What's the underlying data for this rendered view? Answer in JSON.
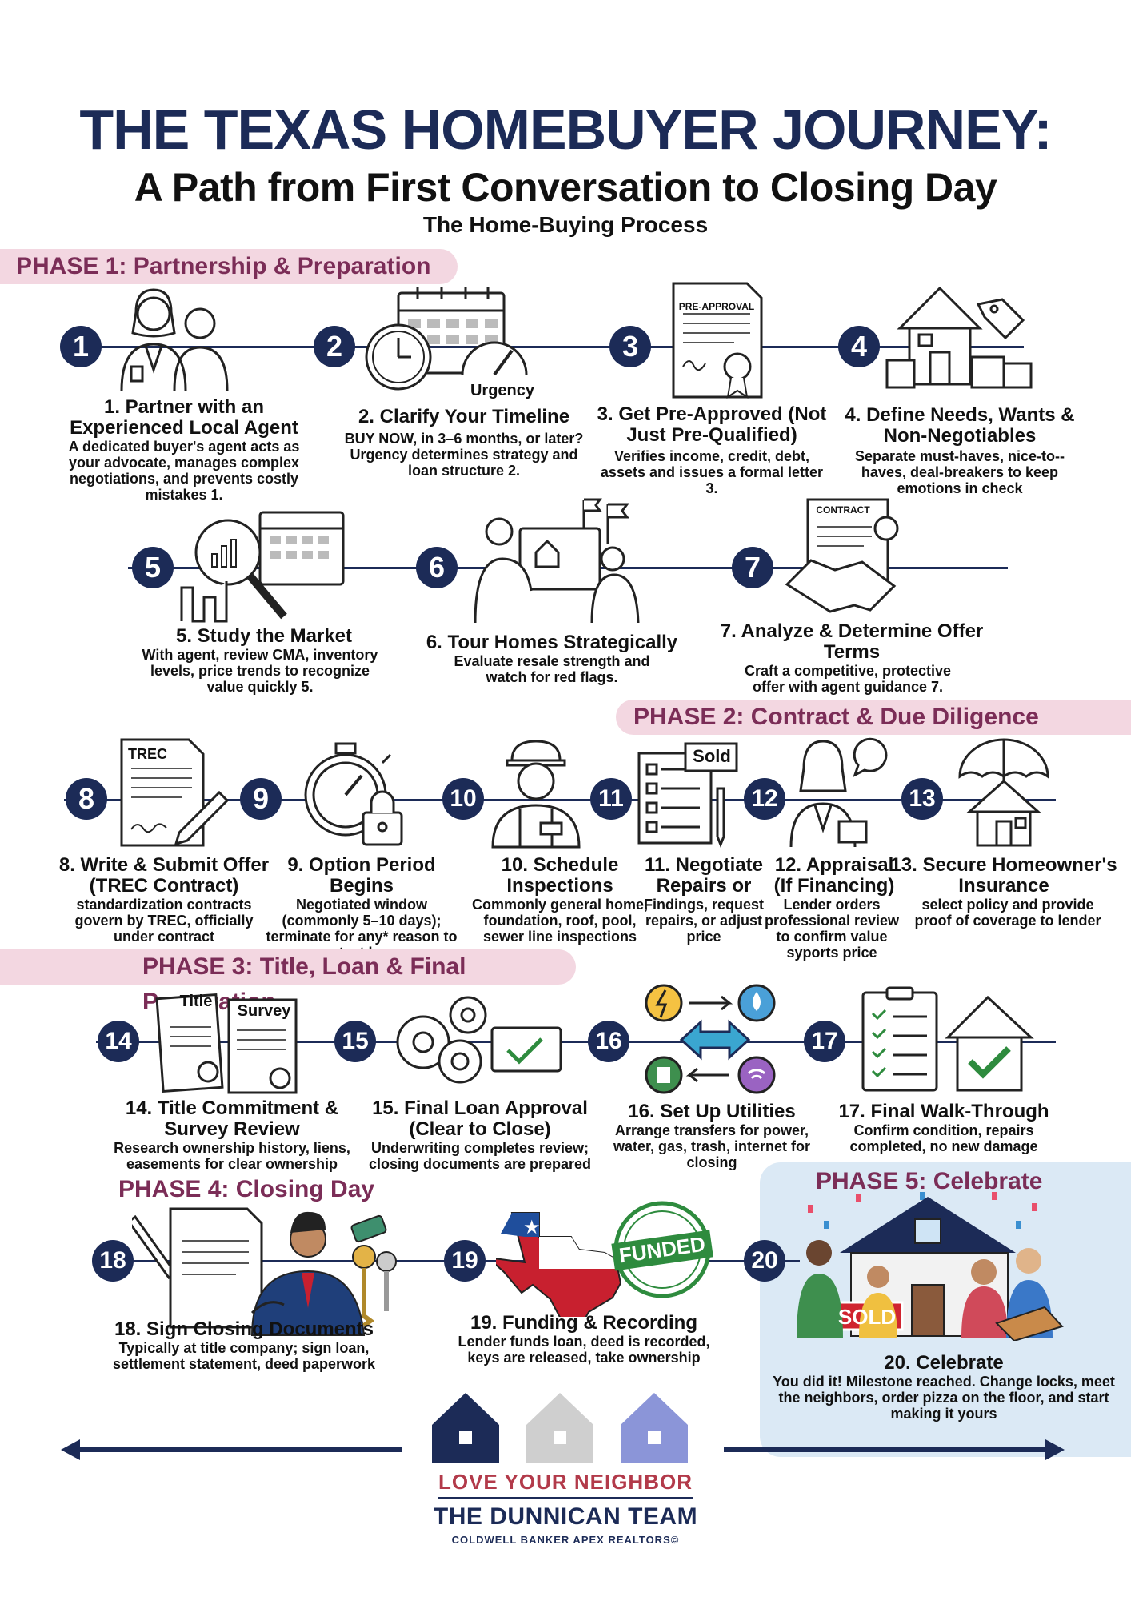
{
  "header": {
    "title": "THE TEXAS HOMEBUYER JOURNEY:",
    "subtitle": "A Path from First Conversation to Closing Day",
    "tagline": "The Home-Buying Process"
  },
  "phases": [
    {
      "label": "PHASE 1: Partnership & Preparation"
    },
    {
      "label": "PHASE 2: Contract & Due Diligence"
    },
    {
      "label": "PHASE 3: Title, Loan & Final Preparation"
    },
    {
      "label": "PHASE 4: Closing Day"
    },
    {
      "label": "PHASE 5: Celebrate"
    }
  ],
  "steps": [
    {
      "n": "1",
      "title": "1. Partner with an Experienced Local Agent",
      "desc": "A dedicated buyer's agent acts as your advocate, manages complex negotiations, and prevents costly mistakes 1."
    },
    {
      "n": "2",
      "title": "2. Clarify Your Timeline",
      "desc": "BUY NOW, in 3–6 months, or later? Urgency determines strategy and loan structure 2."
    },
    {
      "n": "3",
      "title": "3. Get Pre-Approved (Not Just Pre-Qualified)",
      "desc": "Verifies income, credit, debt, assets and issues a formal letter 3."
    },
    {
      "n": "4",
      "title": "4. Define Needs, Wants & Non-Negotiables",
      "desc": "Separate must-haves, nice-to--haves, deal-breakers to keep emotions in check"
    },
    {
      "n": "5",
      "title": "5. Study the Market",
      "desc": "With agent, review CMA, inventory levels, price trends to recognize value quickly 5."
    },
    {
      "n": "6",
      "title": "6. Tour Homes Strategically",
      "desc": "Evaluate resale strength and watch for red flags."
    },
    {
      "n": "7",
      "title": "7. Analyze & Determine Offer Terms",
      "desc": "Craft a competitive, protective offer with agent guidance 7."
    },
    {
      "n": "8",
      "title": "8. Write & Submit Offer (TREC Contract)",
      "desc": "standardization contracts govern by TREC, officially under contract"
    },
    {
      "n": "9",
      "title": "9. Option Period Begins",
      "desc": "Negotiated window (commonly 5–10 days); terminate for any* reason to protect buyer"
    },
    {
      "n": "10",
      "title": "10. Schedule Inspections",
      "desc": "Commonly general home, foundation, roof, pool, sewer line inspections"
    },
    {
      "n": "11",
      "title": "11. Negotiate Repairs or",
      "desc": "Findings, request repairs, or adjust price"
    },
    {
      "n": "12",
      "title": "12. Appraisal (If Financing)",
      "desc": "Lender orders professional review to confirm value syports price"
    },
    {
      "n": "13",
      "title": "13. Secure Homeowner's Insurance",
      "desc": "select policy and provide proof of coverage to lender"
    },
    {
      "n": "14",
      "title": "14. Title Commitment & Survey Review",
      "desc": "Research ownership history, liens, easements for clear ownership"
    },
    {
      "n": "15",
      "title": "15. Final Loan Approval (Clear to Close)",
      "desc": "Underwriting completes review; closing documents are prepared"
    },
    {
      "n": "16",
      "title": "16. Set Up Utilities",
      "desc": "Arrange transfers for power, water, gas, trash, internet for closing"
    },
    {
      "n": "17",
      "title": "17. Final Walk-Through",
      "desc": "Confirm condition, repairs completed, no new damage"
    },
    {
      "n": "18",
      "title": "18. Sign Closing Documents",
      "desc": "Typically at title company; sign loan, settlement statement, deed paperwork"
    },
    {
      "n": "19",
      "title": "19. Funding & Recording",
      "desc": "Lender funds loan, deed is recorded, keys are released, take ownership"
    },
    {
      "n": "20",
      "title": "20. Celebrate",
      "desc": "You did it! Milestone reached. Change locks, meet the neighbors, order pizza on the floor, and start making it yours"
    }
  ],
  "icon_labels": {
    "urgency": "Urgency",
    "preapproval": "PRE-APPROVAL",
    "contract": "CONTRACT",
    "trec": "TREC",
    "sold": "Sold",
    "title_doc": "Title",
    "survey_doc": "Survey",
    "funded": "FUNDED",
    "sold_sign": "SOLD"
  },
  "footer": {
    "slogan": "LOVE YOUR NEIGHBOR",
    "team": "THE DUNNICAN TEAM",
    "brokerage": "COLDWELL BANKER APEX REALTORS©"
  },
  "colors": {
    "navy": "#1c2b57",
    "phase_text": "#7b2d57",
    "phase_band": "#f3d7e1",
    "celebrate_bg": "#dbe9f5",
    "texas_red": "#c8202f",
    "texas_blue": "#1f4e9c",
    "funded_green": "#2e8b3e"
  }
}
